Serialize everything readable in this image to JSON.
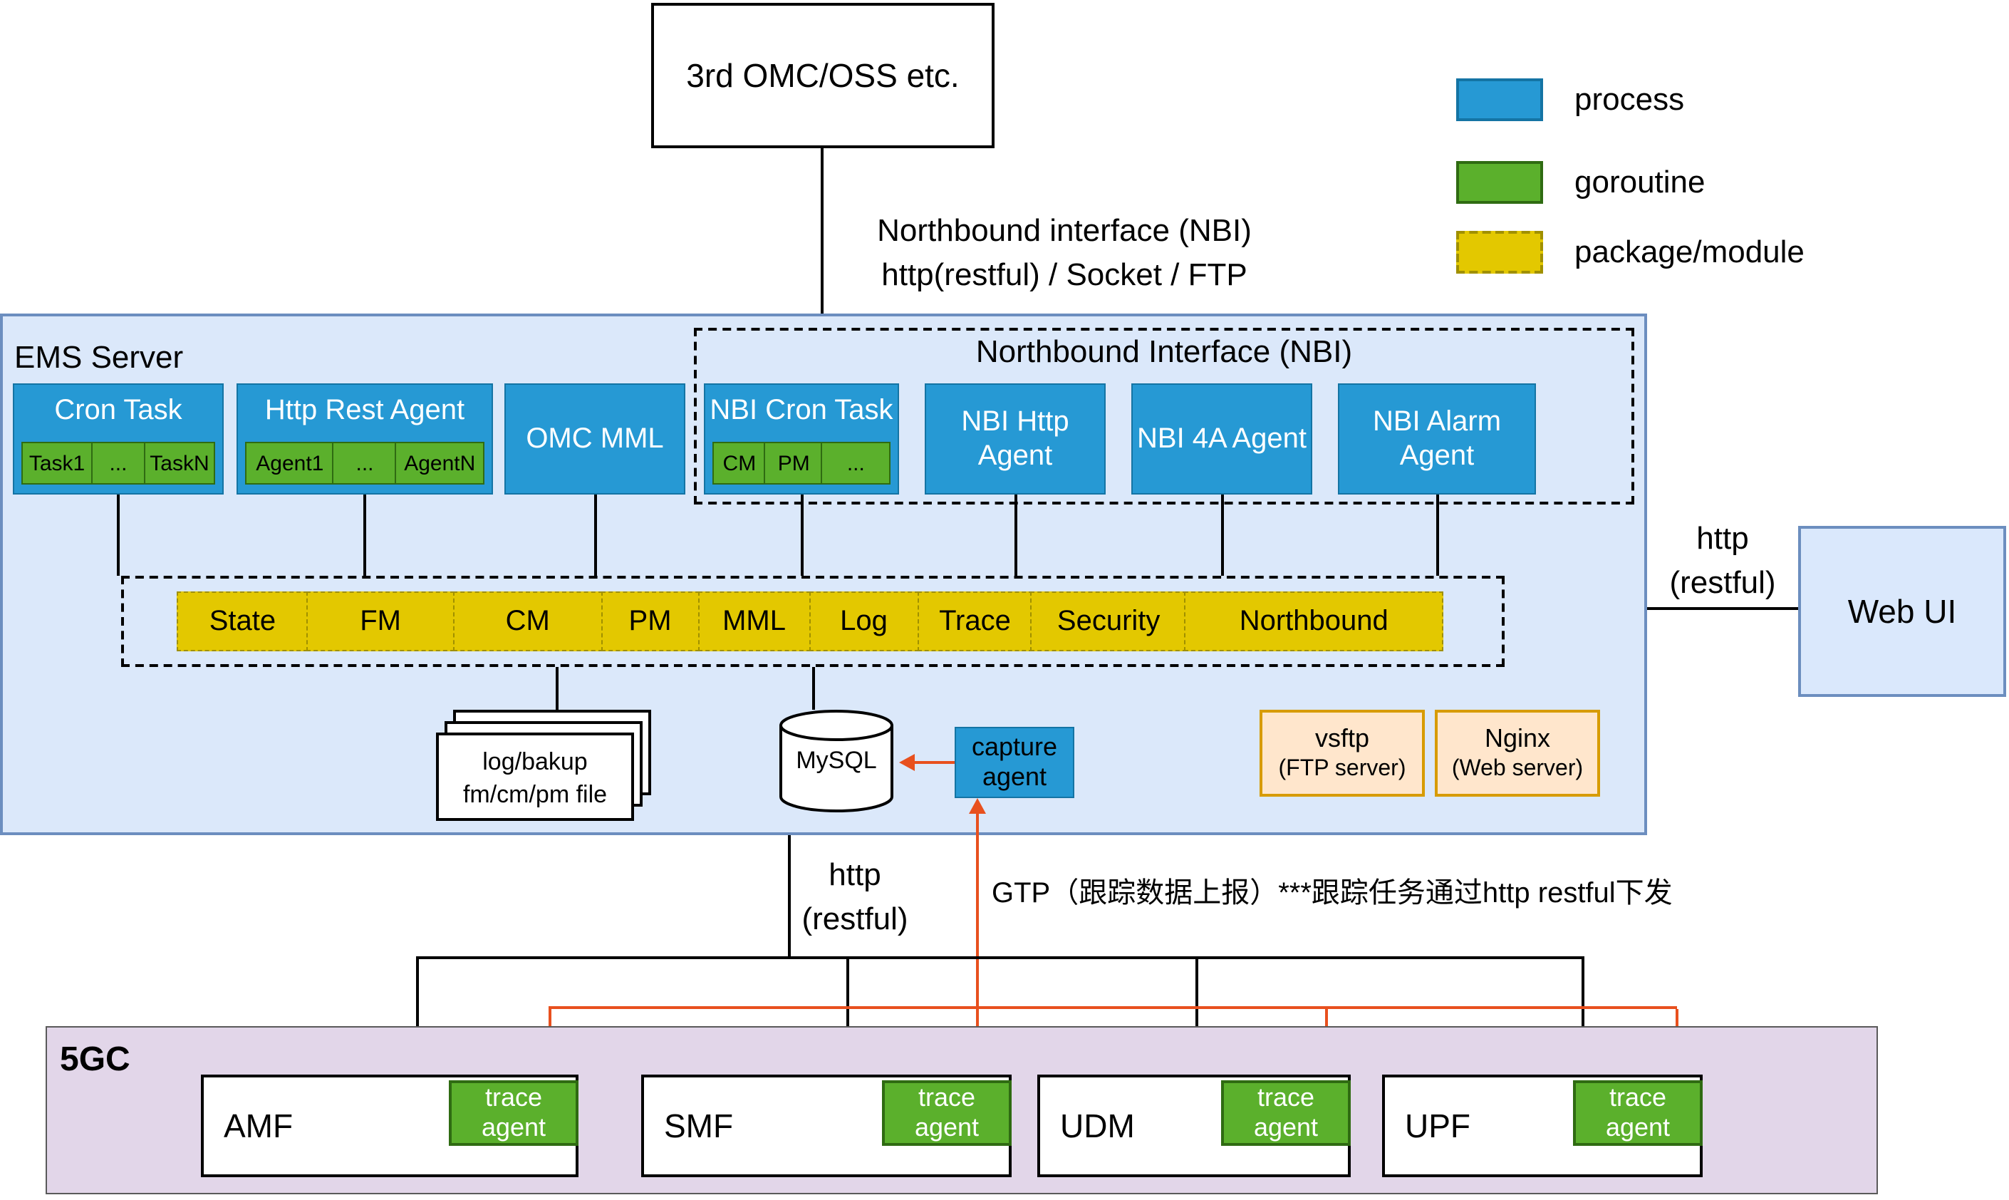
{
  "colors": {
    "process": "#2699d4",
    "goroutine": "#5bb02c",
    "module": "#e3c800",
    "orange": "#e8501e",
    "ems_bg": "#dbe8fa",
    "core_bg": "#e2d6e9",
    "webui_bg": "#dae8fc",
    "server_bg": "#ffe6cc"
  },
  "external": {
    "label": "3rd OMC/OSS etc."
  },
  "nbi_link": {
    "line1": "Northbound interface (NBI)",
    "line2": "http(restful) / Socket / FTP"
  },
  "legend": {
    "items": [
      {
        "label": "process"
      },
      {
        "label": "goroutine"
      },
      {
        "label": "package/module"
      }
    ]
  },
  "ems": {
    "title": "EMS Server",
    "cron_task": {
      "title": "Cron Task",
      "subs": [
        "Task1",
        "...",
        "TaskN"
      ]
    },
    "http_rest_agent": {
      "title": "Http Rest Agent",
      "subs": [
        "Agent1",
        "...",
        "AgentN"
      ]
    },
    "omc_mml": {
      "title": "OMC MML"
    },
    "nbi": {
      "title": "Northbound Interface (NBI)",
      "cron_task": {
        "title": "NBI Cron Task",
        "subs": [
          "CM",
          "PM",
          "..."
        ]
      },
      "http_agent": {
        "title": "NBI Http Agent"
      },
      "fa_agent": {
        "title": "NBI 4A Agent"
      },
      "alarm_agent": {
        "title": "NBI Alarm Agent"
      }
    },
    "modules": [
      "State",
      "FM",
      "CM",
      "PM",
      "MML",
      "Log",
      "Trace",
      "Security",
      "Northbound"
    ],
    "files": {
      "line1": "log/bakup",
      "line2": "fm/cm/pm file"
    },
    "mysql": {
      "label": "MySQL"
    },
    "capture_agent": {
      "label": "capture agent"
    },
    "vsftp": {
      "line1": "vsftp",
      "line2": "(FTP server)"
    },
    "nginx": {
      "line1": "Nginx",
      "line2": "(Web server)"
    }
  },
  "webui": {
    "label": "Web UI",
    "link_line1": "http",
    "link_line2": "(restful)"
  },
  "south_link": {
    "line1": "http",
    "line2": "(restful)",
    "gtp_note": "GTP（跟踪数据上报）***跟踪任务通过http restful下发"
  },
  "core": {
    "title": "5GC",
    "nfs": [
      {
        "name": "AMF",
        "agent": "trace agent"
      },
      {
        "name": "SMF",
        "agent": "trace agent"
      },
      {
        "name": "UDM",
        "agent": "trace agent"
      },
      {
        "name": "UPF",
        "agent": "trace agent"
      }
    ]
  }
}
